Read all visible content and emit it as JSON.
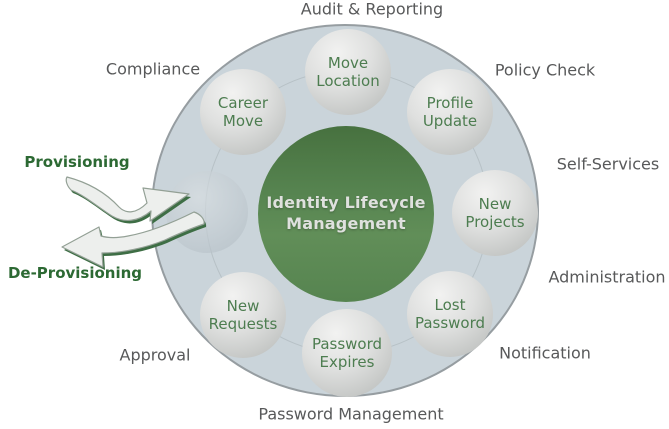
{
  "diagram": {
    "title": "Identity Lifecycle Management",
    "center": {
      "label": "Identity Lifecycle\nManagement"
    },
    "spheres": [
      {
        "id": "move-location",
        "label": "Move\nLocation"
      },
      {
        "id": "profile-update",
        "label": "Profile\nUpdate"
      },
      {
        "id": "career-move",
        "label": "Career\nMove"
      },
      {
        "id": "new-projects",
        "label": "New\nProjects"
      },
      {
        "id": "lost-password",
        "label": "Lost\nPassword"
      },
      {
        "id": "new-requests",
        "label": "New\nRequests"
      },
      {
        "id": "password-expires",
        "label": "Password\nExpires"
      }
    ],
    "outer_labels": [
      {
        "id": "audit-reporting",
        "label": "Audit & Reporting"
      },
      {
        "id": "policy-check",
        "label": "Policy Check"
      },
      {
        "id": "compliance",
        "label": "Compliance"
      },
      {
        "id": "self-services",
        "label": "Self-Services"
      },
      {
        "id": "administration",
        "label": "Administration"
      },
      {
        "id": "notification",
        "label": "Notification"
      },
      {
        "id": "approval",
        "label": "Approval"
      },
      {
        "id": "password-management",
        "label": "Password Management"
      }
    ],
    "flows": [
      {
        "id": "provisioning",
        "label": "Provisioning",
        "direction": "into-ring"
      },
      {
        "id": "de-provisioning",
        "label": "De-Provisioning",
        "direction": "out-of-ring"
      }
    ],
    "colors": {
      "ring_fill": "#cad4da",
      "ring_border": "#969da1",
      "orbit_line": "#b7c1c6",
      "center_green_dark": "#47713f",
      "center_green_light": "#618e58",
      "center_text": "#dfe1de",
      "sphere_text_green": "#4d7d50",
      "outer_label_gray": "#58595a",
      "flow_label_green": "#2c6933",
      "arrow_fill": "#edefed",
      "arrow_shadow_green": "#3e6e45"
    }
  }
}
